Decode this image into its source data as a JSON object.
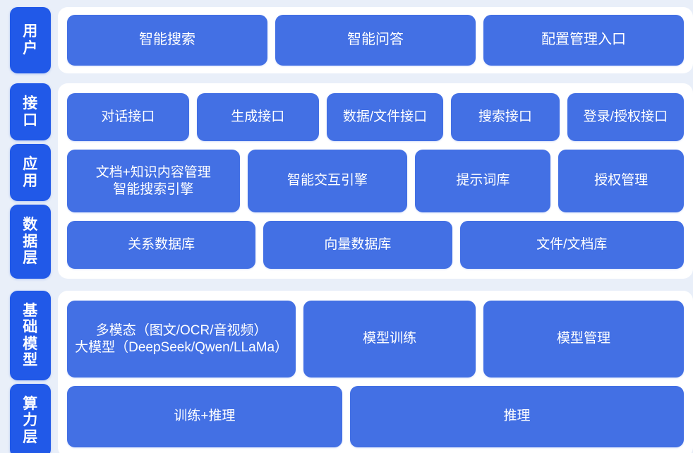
{
  "theme": {
    "page_background": "#e9eff9",
    "card_background": "#ffffff",
    "rail_tab_color": "#2159e8",
    "box_color": "#4370e4",
    "box_text_color": "#ffffff"
  },
  "groups": [
    {
      "id": "user",
      "rails": [
        {
          "label": "用户"
        }
      ],
      "rows": [
        {
          "cells": [
            {
              "label": "智能搜索"
            },
            {
              "label": "智能问答"
            },
            {
              "label": "配置管理入口"
            }
          ]
        }
      ]
    },
    {
      "id": "middle",
      "rails": [
        {
          "label": "接口"
        },
        {
          "label": "应用"
        },
        {
          "label": "数据层"
        }
      ],
      "rows": [
        {
          "cells": [
            {
              "label": "对话接口"
            },
            {
              "label": "生成接口"
            },
            {
              "label": "数据/文件接口"
            },
            {
              "label": "搜索接口"
            },
            {
              "label": "登录/授权接口"
            }
          ]
        },
        {
          "cells": [
            {
              "line1": "文档+知识内容管理",
              "line2": "智能搜索引擎"
            },
            {
              "label": "智能交互引擎"
            },
            {
              "label": "提示词库"
            },
            {
              "label": "授权管理"
            }
          ]
        },
        {
          "cells": [
            {
              "label": "关系数据库"
            },
            {
              "label": "向量数据库"
            },
            {
              "label": "文件/文档库"
            }
          ]
        }
      ]
    },
    {
      "id": "base",
      "rails": [
        {
          "label": "基础模型"
        },
        {
          "label": "算力层"
        }
      ],
      "rows": [
        {
          "cells": [
            {
              "line1": "多模态（图文/OCR/音视频）",
              "line2": "大模型（DeepSeek/Qwen/LLaMa）"
            },
            {
              "label": "模型训练"
            },
            {
              "label": "模型管理"
            }
          ]
        },
        {
          "cells": [
            {
              "label": "训练+推理"
            },
            {
              "label": "推理"
            }
          ]
        }
      ]
    }
  ]
}
